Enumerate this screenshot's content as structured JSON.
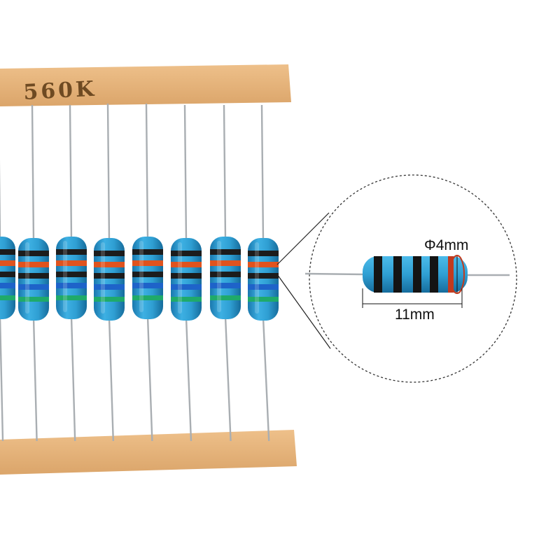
{
  "tape": {
    "label": "560K",
    "color": "#e6b47a",
    "color_shade": "#d49e62"
  },
  "resistor": {
    "body_color": "#2f9fd3",
    "body_shade": "#1a78ad",
    "lead_color": "#a9aeb2",
    "band_colors": [
      "#1c1c1c",
      "#e0531e",
      "#1c1c1c",
      "#1e63c9",
      "#1faa6a"
    ]
  },
  "detail": {
    "diameter_label": "Φ4mm",
    "length_label": "11mm",
    "band_colors": [
      "#141414",
      "#141414",
      "#141414",
      "#141414",
      "#c23a1e"
    ]
  }
}
